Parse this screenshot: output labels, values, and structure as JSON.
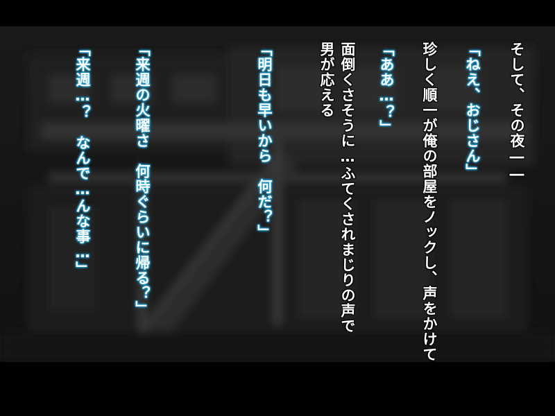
{
  "scene": {
    "lines": [
      {
        "text": "そして、その夜――",
        "speaker": "narration"
      },
      {
        "text": "「ねえ、おじさん」",
        "speaker": "dialogue"
      },
      {
        "text": "珍しく順一が俺の部屋をノックし、声をかけてきた",
        "speaker": "narration"
      },
      {
        "text": "「ああ…？」",
        "speaker": "dialogue"
      },
      {
        "text": "面倒くさそうに…ふてくされまじりの声で",
        "speaker": "narration"
      },
      {
        "text": "男が応える",
        "speaker": "narration"
      },
      {
        "text": "「明日も早いから　何だ？」",
        "speaker": "dialogue"
      },
      {
        "text": "「来週の火曜さ　何時ぐらいに帰る？」",
        "speaker": "dialogue"
      },
      {
        "text": "「来週…？　なんで…んな事…」",
        "speaker": "dialogue"
      }
    ]
  },
  "colors": {
    "narration_text": "#ffffff",
    "dialogue_glow": "#2aa9d8",
    "background": "#1e1e1e",
    "letterbox": "#000000"
  }
}
